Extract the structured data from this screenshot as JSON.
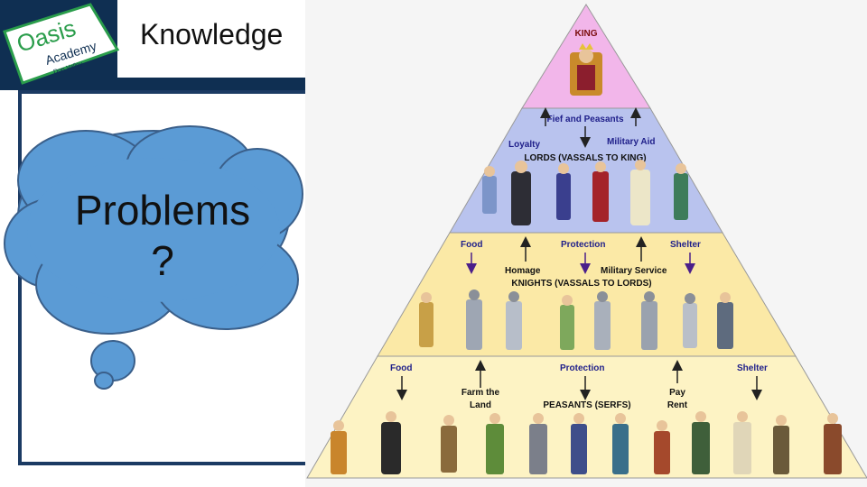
{
  "header": {
    "title": "Knowledge"
  },
  "logo": {
    "line1": "Oasis",
    "line2": "Academy",
    "line3": "Don Valley"
  },
  "cloud": {
    "line1": "Problems",
    "line2": "?"
  },
  "pyramid": {
    "king": "KING",
    "fief": "Fief and Peasants",
    "loyalty": "Loyalty",
    "military_aid": "Military Aid",
    "lords": "LORDS (VASSALS TO KING)",
    "food1": "Food",
    "protection1": "Protection",
    "shelter1": "Shelter",
    "homage": "Homage",
    "military_service": "Military Service",
    "knights": "KNIGHTS (VASSALS TO LORDS)",
    "food2": "Food",
    "protection2": "Protection",
    "shelter2": "Shelter",
    "farm_line1": "Farm the",
    "farm_line2": "Land",
    "peasants": "PEASANTS (SERFS)",
    "pay_line1": "Pay",
    "pay_line2": "Rent"
  },
  "colors": {
    "navy": "#0f2f52",
    "logo_green": "#2a9d4b",
    "cloud_blue": "#5b9bd5",
    "king_tier": "#f2b6ea",
    "lords_tier": "#b9c3ee",
    "knights_tier": "#fbe9a6",
    "peasants_tier": "#fdf3c4"
  }
}
